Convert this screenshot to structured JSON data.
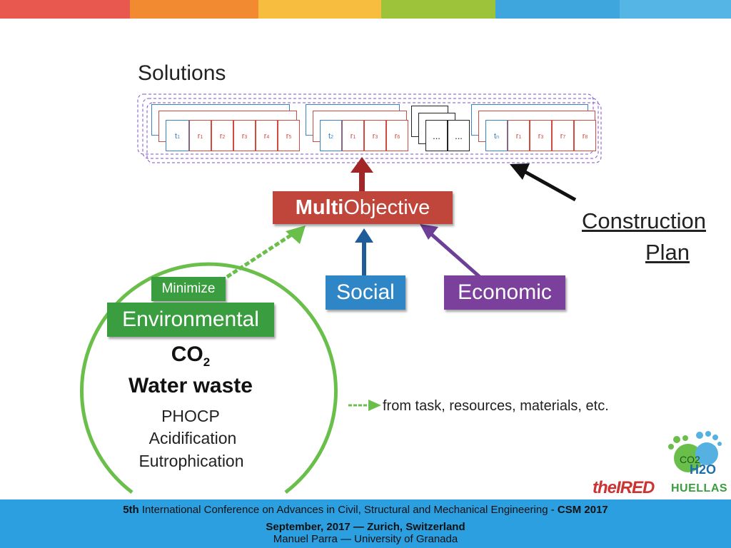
{
  "colors": {
    "stripes": [
      "#e9584f",
      "#f28a32",
      "#f7bd3f",
      "#9dc33b",
      "#3ea6dc",
      "#3aa0d8",
      "#55b6e6"
    ],
    "multiobjective": "#c0453a",
    "social": "#2f86c6",
    "economic": "#7b3f9c",
    "environmental": "#3a9d3f",
    "green_stroke": "#6abf4b",
    "footer": "#2c9fe1"
  },
  "solutions": {
    "title": "Solutions",
    "groups": [
      {
        "task": "t",
        "task_sub": "1",
        "resources": [
          [
            "r",
            "1"
          ],
          [
            "r",
            "2"
          ],
          [
            "r",
            "3"
          ],
          [
            "r",
            "4"
          ],
          [
            "r",
            "5"
          ]
        ]
      },
      {
        "task": "t",
        "task_sub": "2",
        "resources": [
          [
            "r",
            "1"
          ],
          [
            "r",
            "3"
          ],
          [
            "r",
            "6"
          ]
        ]
      },
      {
        "task": "...",
        "task_sub": "",
        "resources": [
          [
            "...",
            ""
          ]
        ]
      },
      {
        "task": "t",
        "task_sub": "n",
        "resources": [
          [
            "r",
            "1"
          ],
          [
            "r",
            "3"
          ],
          [
            "r",
            "7"
          ],
          [
            "r",
            "8"
          ]
        ]
      }
    ]
  },
  "construction_plan": {
    "line1": "Construction",
    "line2": "Plan"
  },
  "multiobjective": {
    "bold": "Multi",
    "rest": "Objective"
  },
  "social": "Social",
  "economic": "Economic",
  "minimize": "Minimize",
  "environmental": "Environmental",
  "circle": {
    "co2_main": "CO",
    "co2_sub": "2",
    "water": "Water waste",
    "items": [
      "PHOCP",
      "Acidification",
      "Eutrophication"
    ]
  },
  "from_text": "from task, resources, materials, etc.",
  "logos": {
    "ired": "theIRED",
    "huellas": "HUELLAS",
    "co2": "CO2",
    "h2o": "H2O"
  },
  "footer": {
    "line1_bold": "5th",
    "line1_mid": " International Conference on Advances in Civil, Structural and Mechanical Engineering - ",
    "line1_tail": "CSM 2017",
    "line2": "September, 2017 —  Zurich, Switzerland",
    "line3": "Manuel Parra —  University of Granada"
  }
}
